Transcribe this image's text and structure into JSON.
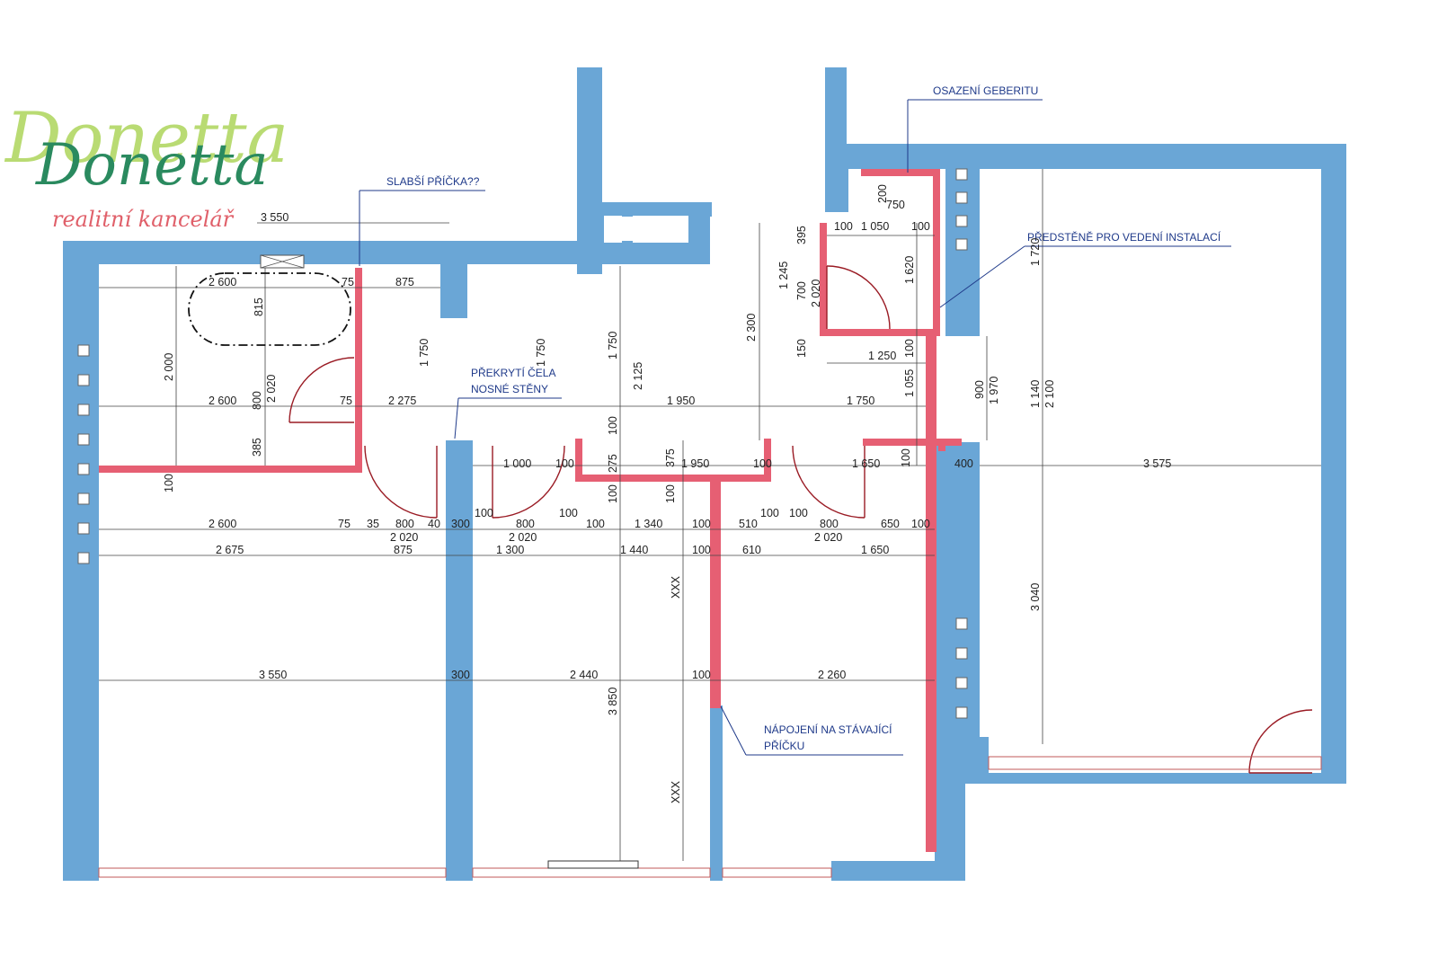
{
  "logo": {
    "name": "Donetta",
    "tagline": "realitní kancelář"
  },
  "notes": {
    "weaker_partition": "SLABŠÍ PŘÍČKA??",
    "geberit": "OSAZENÍ GEBERITU",
    "pre_wall_1": "PŘEDSTĚNĚ PRO VEDENÍ INSTALACÍ",
    "beam_cover_1": "PŘEKRYTÍ ČELA",
    "beam_cover_2": "NOSNÉ STĚNY",
    "connection_1": "NÁPOJENÍ NA STÁVAJÍCÍ",
    "connection_2": "PŘÍČKU"
  },
  "dims": {
    "top_3550": "3 550",
    "bath_2600": "2 600",
    "bath_75": "75",
    "bath_875": "875",
    "bath_815": "815",
    "bath_2000": "2 000",
    "bath_800": "800",
    "bath_2020": "2 020",
    "bath_1750": "1 750",
    "row_2600": "2 600",
    "row_75": "75",
    "row_2275": "2 275",
    "row_1950": "1 950",
    "row_1750": "1 750",
    "bath_385": "385",
    "bath_100": "100",
    "hall_1750a": "1 750",
    "hall_1750b": "1 750",
    "hall_2125": "2 125",
    "hall_2300": "2 300",
    "hall_100": "100",
    "hall_275": "275",
    "hall_375": "375",
    "hall_100b": "100",
    "hall_100c": "100",
    "hall_1000": "1 000",
    "hall_100d": "100",
    "hall_1950": "1 950",
    "hall_100e": "100",
    "hall_1650": "1 650",
    "hall_100f": "100",
    "wc_200": "200",
    "wc_750": "750",
    "wc_100a": "100",
    "wc_1050": "1 050",
    "wc_100b": "100",
    "wc_395": "395",
    "wc_1245": "1 245",
    "wc_700": "700",
    "wc_2020": "2 020",
    "wc_1620": "1 620",
    "wc_150": "150",
    "wc_1250": "1 250",
    "wc_100c": "100",
    "wc_1055": "1 055",
    "wc_900": "900",
    "wc_1970": "1 970",
    "right_1720": "1 720",
    "right_1140": "1 140",
    "right_2100": "2 100",
    "right_400": "400",
    "right_3575": "3 575",
    "right_3040": "3 040",
    "r3_2600": "2 600",
    "r3_75": "75",
    "r3_35": "35",
    "r3_800a": "800",
    "r3_2020a": "2 020",
    "r3_40": "40",
    "r3_300": "300",
    "r3_100a": "100",
    "r3_800b": "800",
    "r3_2020b": "2 020",
    "r3_100b": "100",
    "r3_100c": "100",
    "r3_1340": "1 340",
    "r3_100d": "100",
    "r3_510": "510",
    "r3_100e": "100",
    "r3_100f": "100",
    "r3_800c": "800",
    "r3_2020c": "2 020",
    "r3_650": "650",
    "r3_100g": "100",
    "r4_2675": "2 675",
    "r4_875": "875",
    "r4_1300": "1 300",
    "r4_1440": "1 440",
    "r4_100": "100",
    "r4_610": "610",
    "r4_1650": "1 650",
    "xxx_1": "XXX",
    "xxx_2": "XXX",
    "r5_3550": "3 550",
    "r5_300": "300",
    "r5_2440": "2 440",
    "r5_100": "100",
    "r5_2260": "2 260",
    "r5_3850": "3 850"
  }
}
